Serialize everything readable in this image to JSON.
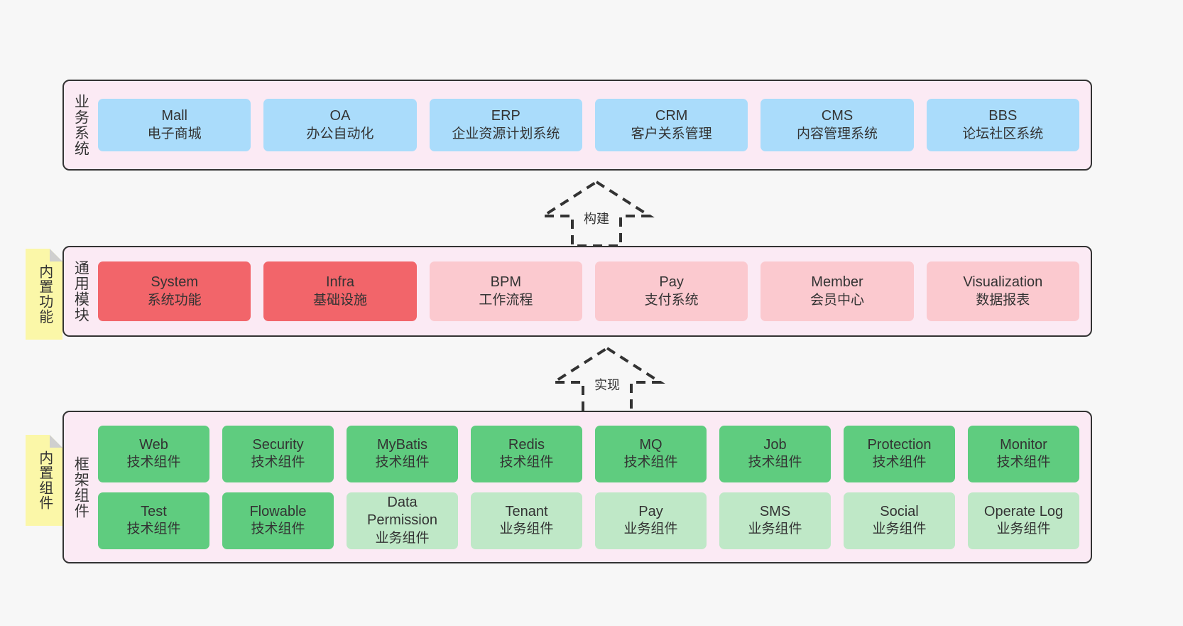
{
  "diagram": {
    "title_hidden": "",
    "background": "#f7f7f7",
    "layer_fill": "#fbeaf4",
    "layer_border": "#333333"
  },
  "layers": {
    "business": {
      "title": "业务系统",
      "color": "#aadcfb",
      "boxes": [
        {
          "name": "Mall",
          "desc": "电子商城"
        },
        {
          "name": "OA",
          "desc": "办公自动化"
        },
        {
          "name": "ERP",
          "desc": "企业资源计划系统"
        },
        {
          "name": "CRM",
          "desc": "客户关系管理"
        },
        {
          "name": "CMS",
          "desc": "内容管理系统"
        },
        {
          "name": "BBS",
          "desc": "论坛社区系统"
        }
      ]
    },
    "common": {
      "title": "通用模块",
      "note": "内置功能",
      "colors": {
        "highlight": "#f2656a",
        "normal": "#fbc9cf"
      },
      "boxes": [
        {
          "name": "System",
          "desc": "系统功能",
          "variant": "c-red"
        },
        {
          "name": "Infra",
          "desc": "基础设施",
          "variant": "c-red"
        },
        {
          "name": "BPM",
          "desc": "工作流程",
          "variant": "c-pink"
        },
        {
          "name": "Pay",
          "desc": "支付系统",
          "variant": "c-pink"
        },
        {
          "name": "Member",
          "desc": "会员中心",
          "variant": "c-pink"
        },
        {
          "name": "Visualization",
          "desc": "数据报表",
          "variant": "c-pink"
        }
      ]
    },
    "framework": {
      "title": "框架组件",
      "note": "内置组件",
      "colors": {
        "tech": "#5fcc7f",
        "business": "#bfe8c7"
      },
      "row1": [
        {
          "name": "Web",
          "desc": "技术组件",
          "variant": "c-green"
        },
        {
          "name": "Security",
          "desc": "技术组件",
          "variant": "c-green"
        },
        {
          "name": "MyBatis",
          "desc": "技术组件",
          "variant": "c-green"
        },
        {
          "name": "Redis",
          "desc": "技术组件",
          "variant": "c-green"
        },
        {
          "name": "MQ",
          "desc": "技术组件",
          "variant": "c-green"
        },
        {
          "name": "Job",
          "desc": "技术组件",
          "variant": "c-green"
        },
        {
          "name": "Protection",
          "desc": "技术组件",
          "variant": "c-green"
        },
        {
          "name": "Monitor",
          "desc": "技术组件",
          "variant": "c-green"
        }
      ],
      "row2": [
        {
          "name": "Test",
          "desc": "技术组件",
          "variant": "c-green"
        },
        {
          "name": "Flowable",
          "desc": "技术组件",
          "variant": "c-green"
        },
        {
          "name": "Data Permission",
          "desc": "业务组件",
          "variant": "c-lightgreen"
        },
        {
          "name": "Tenant",
          "desc": "业务组件",
          "variant": "c-lightgreen"
        },
        {
          "name": "Pay",
          "desc": "业务组件",
          "variant": "c-lightgreen"
        },
        {
          "name": "SMS",
          "desc": "业务组件",
          "variant": "c-lightgreen"
        },
        {
          "name": "Social",
          "desc": "业务组件",
          "variant": "c-lightgreen"
        },
        {
          "name": "Operate Log",
          "desc": "业务组件",
          "variant": "c-lightgreen"
        }
      ]
    }
  },
  "arrows": {
    "build": {
      "label": "构建",
      "style": "dashed-hollow-up"
    },
    "implement": {
      "label": "实现",
      "style": "dashed-hollow-up"
    }
  }
}
